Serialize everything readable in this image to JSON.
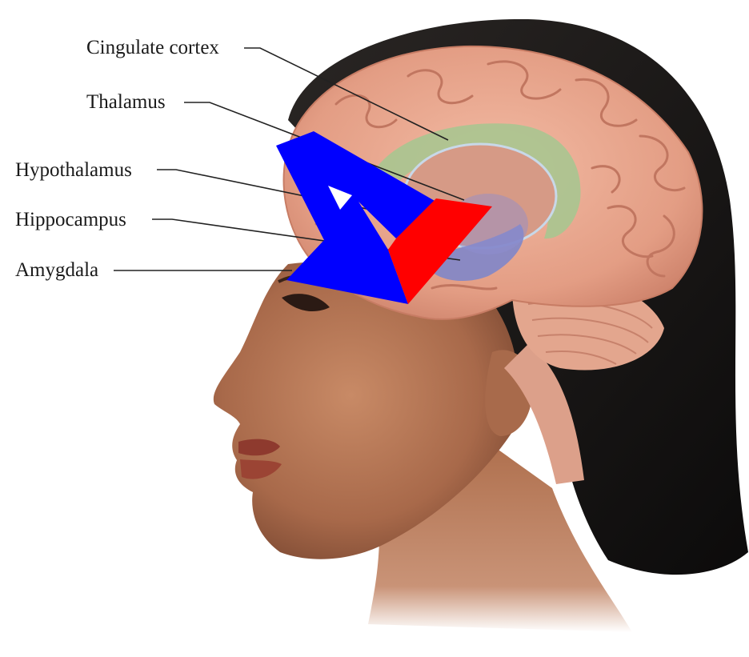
{
  "labels": {
    "cingulate_cortex": "Cingulate cortex",
    "thalamus": "Thalamus",
    "hypothalamus": "Hypothalamus",
    "hippocampus": "Hippocampus",
    "amygdala": "Amygdala"
  },
  "colors": {
    "blue_shape": "#0000ff",
    "red_shape": "#ff0000",
    "brain": "#e9a58e",
    "cingulate": "#a6c58a",
    "hippocampus": "#7f86c9",
    "hair": "#141212",
    "skin": "#b77855"
  }
}
